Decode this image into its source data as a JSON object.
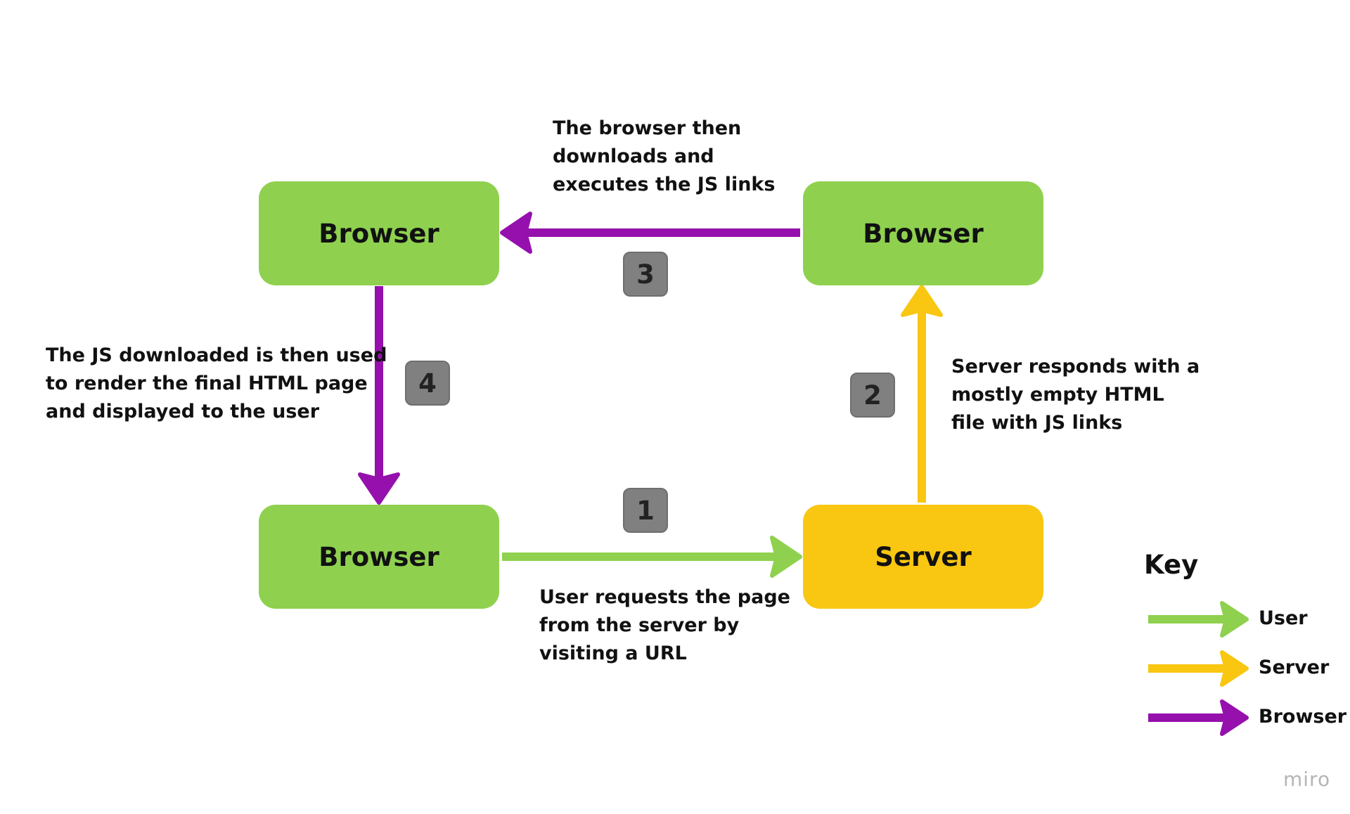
{
  "diagram": {
    "nodes": {
      "browser_top_left": "Browser",
      "browser_top_right": "Browser",
      "browser_bottom_left": "Browser",
      "server_bottom_right": "Server"
    },
    "steps": {
      "step1": "1",
      "step2": "2",
      "step3": "3",
      "step4": "4"
    },
    "notes": {
      "step1": "User requests the page\nfrom the server by\nvisiting a URL",
      "step2": "Server responds with a\nmostly empty HTML\nfile with JS links",
      "step3": "The browser then\ndownloads and\nexecutes the JS links",
      "step4": "The JS downloaded is then used\nto render the final HTML page\nand displayed to the user"
    },
    "edges": [
      {
        "from": "browser_bottom_left",
        "to": "server_bottom_right",
        "role": "User",
        "step": "1"
      },
      {
        "from": "server_bottom_right",
        "to": "browser_top_right",
        "role": "Server",
        "step": "2"
      },
      {
        "from": "browser_top_right",
        "to": "browser_top_left",
        "role": "Browser",
        "step": "3"
      },
      {
        "from": "browser_top_left",
        "to": "browser_bottom_left",
        "role": "Browser",
        "step": "4"
      }
    ]
  },
  "key": {
    "title": "Key",
    "items": [
      {
        "label": "User",
        "color": "#8fd14f"
      },
      {
        "label": "Server",
        "color": "#f9c611"
      },
      {
        "label": "Browser",
        "color": "#9510ac"
      }
    ]
  },
  "colors": {
    "user": "#8fd14f",
    "server": "#f9c611",
    "browser": "#9510ac",
    "badge": "#808080"
  },
  "watermark": "miro"
}
